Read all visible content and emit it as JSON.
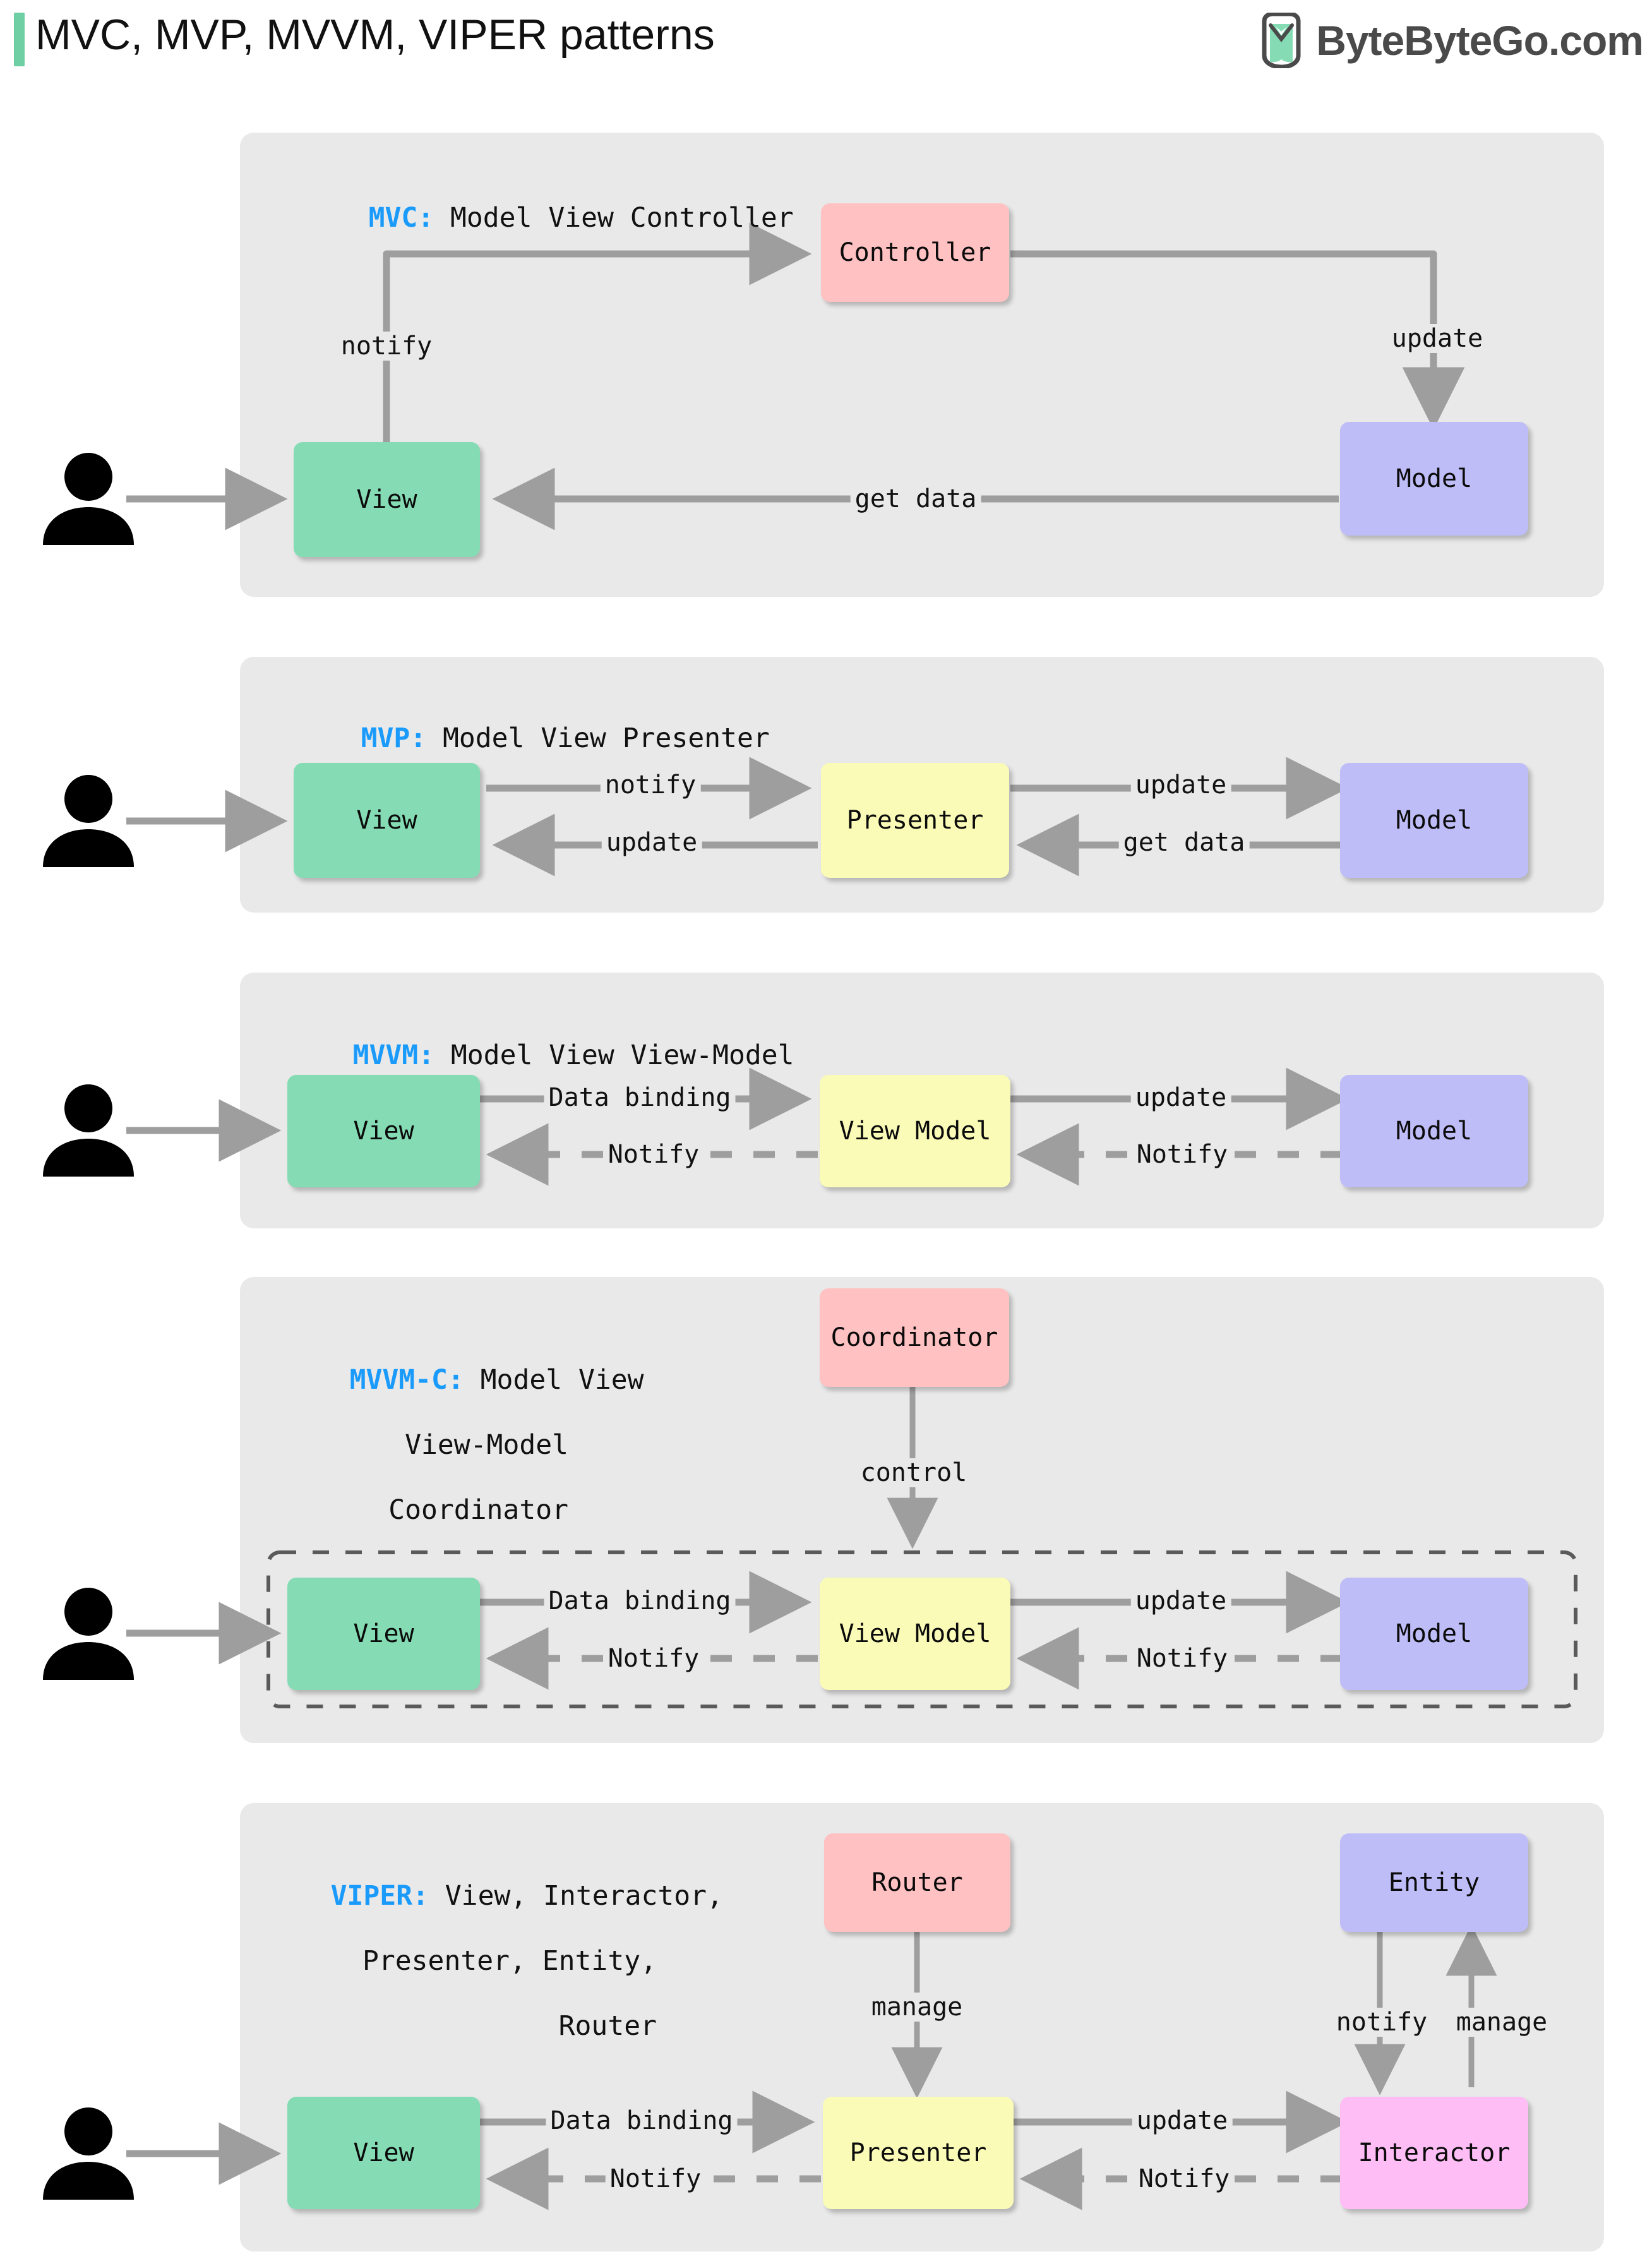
{
  "header": {
    "title": "MVC, MVP, MVVM, VIPER patterns",
    "brand": "ByteByteGo.com",
    "accent_color": "#6ecfa4",
    "logo_icon": "bytebytego-logo-icon"
  },
  "colors": {
    "panel_bg": "#e9e9e9",
    "view": "#85dcb4",
    "model": "#bfbdf8",
    "controller": "#ffc1c1",
    "viewmodel": "#fbfbb8",
    "interactor": "#ffbdf6",
    "arrow": "#9e9e9e",
    "key_text": "#1a9bfc"
  },
  "panels": [
    {
      "id": "mvc",
      "caption_key": "MVC:",
      "caption_rest": " Model View Controller",
      "nodes": [
        {
          "id": "mvc-view",
          "label": "View"
        },
        {
          "id": "mvc-ctrl",
          "label": "Controller"
        },
        {
          "id": "mvc-model",
          "label": "Model"
        }
      ],
      "edges": [
        {
          "from": "user",
          "to": "mvc-view",
          "label": ""
        },
        {
          "from": "mvc-view",
          "to": "mvc-ctrl",
          "label": "notify"
        },
        {
          "from": "mvc-ctrl",
          "to": "mvc-model",
          "label": "update"
        },
        {
          "from": "mvc-model",
          "to": "mvc-view",
          "label": "get data"
        }
      ]
    },
    {
      "id": "mvp",
      "caption_key": "MVP:",
      "caption_rest": " Model View Presenter",
      "nodes": [
        {
          "id": "mvp-view",
          "label": "View"
        },
        {
          "id": "mvp-pres",
          "label": "Presenter"
        },
        {
          "id": "mvp-model",
          "label": "Model"
        }
      ],
      "edges": [
        {
          "from": "user",
          "to": "mvp-view",
          "label": ""
        },
        {
          "from": "mvp-view",
          "to": "mvp-pres",
          "label": "notify"
        },
        {
          "from": "mvp-pres",
          "to": "mvp-view",
          "label": "update"
        },
        {
          "from": "mvp-pres",
          "to": "mvp-model",
          "label": "update"
        },
        {
          "from": "mvp-model",
          "to": "mvp-pres",
          "label": "get data"
        }
      ]
    },
    {
      "id": "mvvm",
      "caption_key": "MVVM:",
      "caption_rest": " Model View View-Model",
      "nodes": [
        {
          "id": "mvvm-view",
          "label": "View"
        },
        {
          "id": "mvvm-vm",
          "label": "View Model"
        },
        {
          "id": "mvvm-model",
          "label": "Model"
        }
      ],
      "edges": [
        {
          "from": "user",
          "to": "mvvm-view",
          "label": ""
        },
        {
          "from": "mvvm-view",
          "to": "mvvm-vm",
          "label": "Data binding"
        },
        {
          "from": "mvvm-vm",
          "to": "mvvm-view",
          "label": "Notify",
          "style": "dashed"
        },
        {
          "from": "mvvm-vm",
          "to": "mvvm-model",
          "label": "update"
        },
        {
          "from": "mvvm-model",
          "to": "mvvm-vm",
          "label": "Notify",
          "style": "dashed"
        }
      ]
    },
    {
      "id": "mvvmc",
      "caption_key": "MVVM-C:",
      "caption_rest": " Model View",
      "caption_line2": "View-Model",
      "caption_line3": "Coordinator",
      "nodes": [
        {
          "id": "mvvmc-coord",
          "label": "Coordinator"
        },
        {
          "id": "mvvmc-view",
          "label": "View"
        },
        {
          "id": "mvvmc-vm",
          "label": "View Model"
        },
        {
          "id": "mvvmc-model",
          "label": "Model"
        }
      ],
      "edges": [
        {
          "from": "mvvmc-coord",
          "to": "mvvmc-vm",
          "label": "control"
        },
        {
          "from": "user",
          "to": "mvvmc-view",
          "label": ""
        },
        {
          "from": "mvvmc-view",
          "to": "mvvmc-vm",
          "label": "Data binding"
        },
        {
          "from": "mvvmc-vm",
          "to": "mvvmc-view",
          "label": "Notify",
          "style": "dashed"
        },
        {
          "from": "mvvmc-vm",
          "to": "mvvmc-model",
          "label": "update"
        },
        {
          "from": "mvvmc-model",
          "to": "mvvmc-vm",
          "label": "Notify",
          "style": "dashed"
        }
      ]
    },
    {
      "id": "viper",
      "caption_key": "VIPER:",
      "caption_rest": " View, Interactor,",
      "caption_line2": "Presenter, Entity,",
      "caption_line3": "Router",
      "nodes": [
        {
          "id": "viper-router",
          "label": "Router"
        },
        {
          "id": "viper-entity",
          "label": "Entity"
        },
        {
          "id": "viper-view",
          "label": "View"
        },
        {
          "id": "viper-pres",
          "label": "Presenter"
        },
        {
          "id": "viper-inter",
          "label": "Interactor"
        }
      ],
      "edges": [
        {
          "from": "viper-router",
          "to": "viper-pres",
          "label": "manage"
        },
        {
          "from": "viper-entity",
          "to": "viper-inter",
          "label": "notify"
        },
        {
          "from": "viper-inter",
          "to": "viper-entity",
          "label": "manage"
        },
        {
          "from": "user",
          "to": "viper-view",
          "label": ""
        },
        {
          "from": "viper-view",
          "to": "viper-pres",
          "label": "Data binding"
        },
        {
          "from": "viper-pres",
          "to": "viper-view",
          "label": "Notify",
          "style": "dashed"
        },
        {
          "from": "viper-pres",
          "to": "viper-inter",
          "label": "update"
        },
        {
          "from": "viper-inter",
          "to": "viper-pres",
          "label": "Notify",
          "style": "dashed"
        }
      ]
    }
  ],
  "labels": {
    "notify": "notify",
    "update": "update",
    "get_data": "get data",
    "data_binding": "Data binding",
    "notify_cap": "Notify",
    "control": "control",
    "manage": "manage"
  },
  "node_labels": {
    "view": "View",
    "model": "Model",
    "controller": "Controller",
    "presenter": "Presenter",
    "view_model": "View Model",
    "coordinator": "Coordinator",
    "router": "Router",
    "entity": "Entity",
    "interactor": "Interactor"
  }
}
